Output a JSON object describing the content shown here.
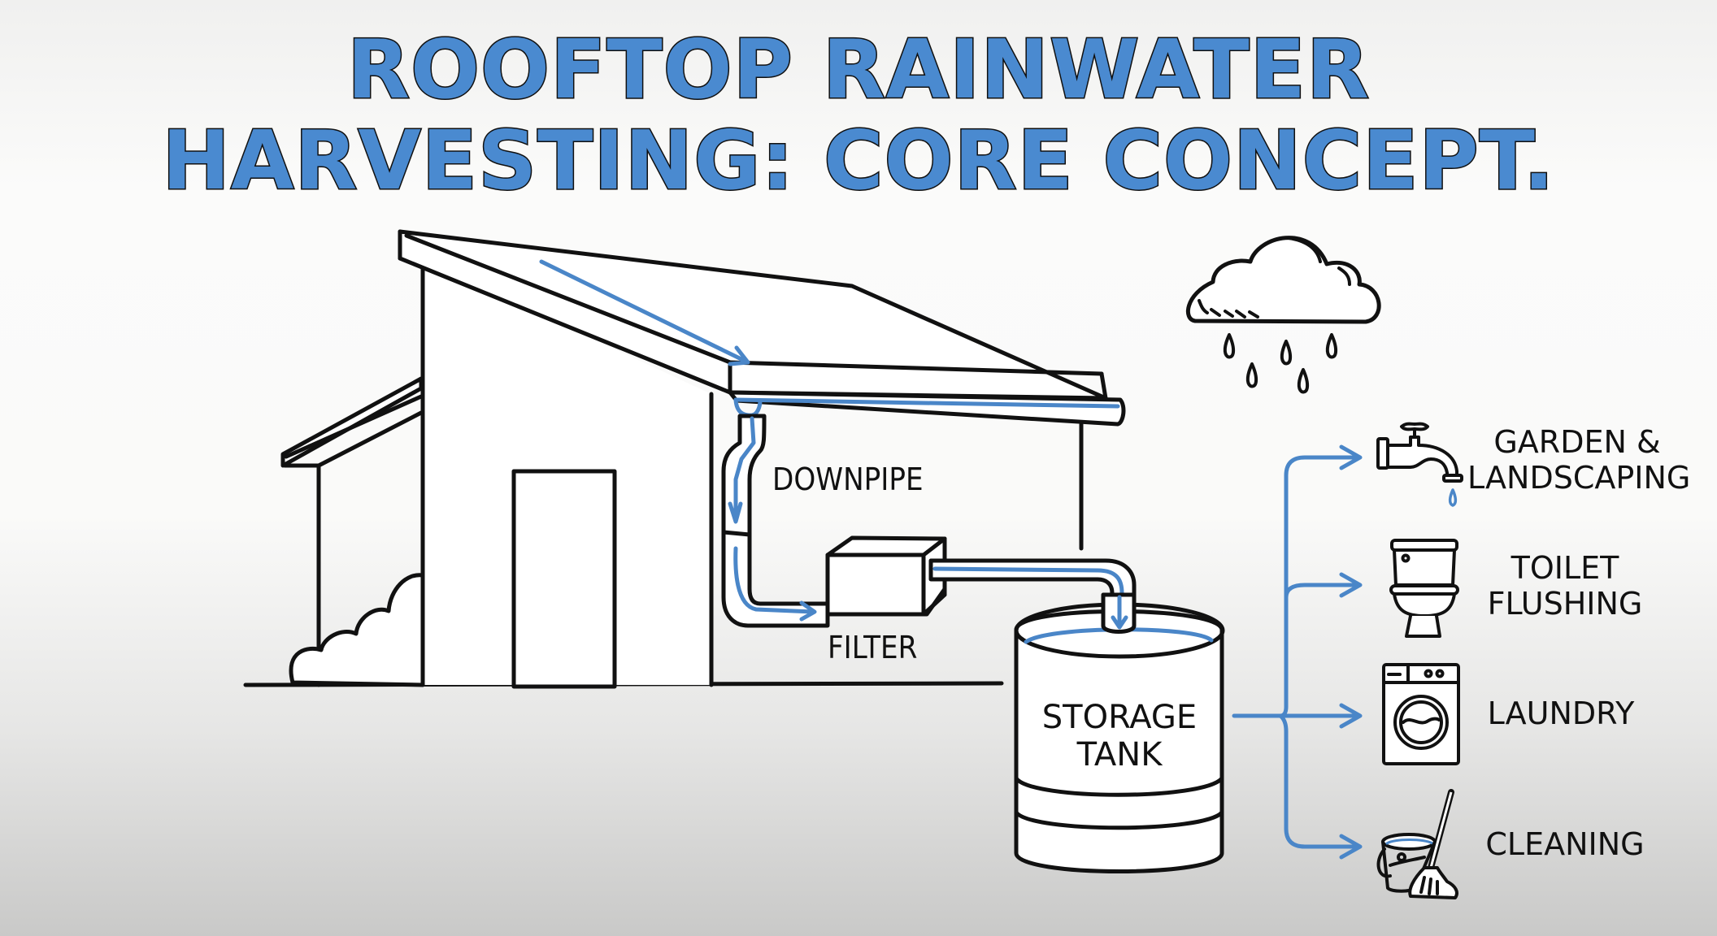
{
  "title": {
    "line1": "ROOFTOP RAINWATER",
    "line2": "HARVESTING: CORE CONCEPT."
  },
  "colors": {
    "accent_blue": "#4a86c8",
    "title_fill": "#4a8ad0",
    "ink": "#111111"
  },
  "components": {
    "downpipe": "DOWNPIPE",
    "filter": "FILTER",
    "tank_line1": "STORAGE",
    "tank_line2": "TANK"
  },
  "weather": {
    "icon": "rain-cloud-icon"
  },
  "uses": [
    {
      "icon": "faucet-icon",
      "line1": "GARDEN &",
      "line2": "LANDSCAPING"
    },
    {
      "icon": "toilet-icon",
      "line1": "TOILET",
      "line2": "FLUSHING"
    },
    {
      "icon": "washing-machine-icon",
      "line1": "LAUNDRY",
      "line2": ""
    },
    {
      "icon": "bucket-mop-icon",
      "line1": "CLEANING",
      "line2": ""
    }
  ]
}
